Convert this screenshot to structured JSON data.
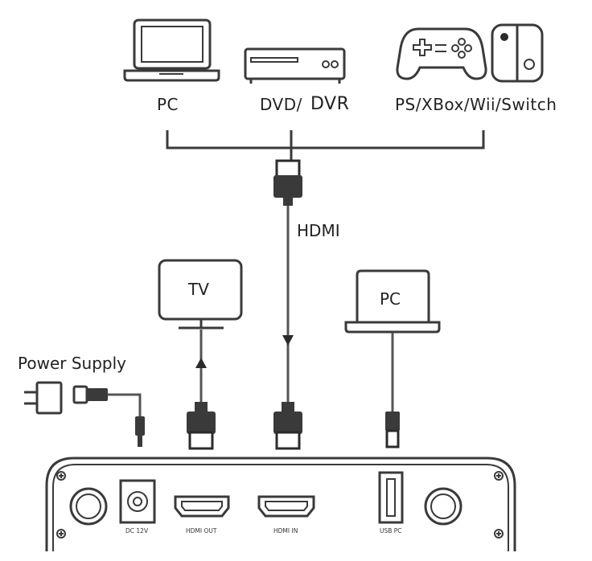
{
  "sources": {
    "pc_label": "PC",
    "dvd_label_a": "DVD/",
    "dvd_label_b": "DVR",
    "console_label": "PS/XBox/Wii/Switch"
  },
  "cable": {
    "hdmi_label": "HDMI"
  },
  "outputs": {
    "tv_label": "TV",
    "pc_label": "PC",
    "power_label": "Power Supply"
  },
  "device": {
    "ports": {
      "dc": "DC 12V",
      "hdmi_out": "HDMI OUT",
      "hdmi_in": "HDMI IN",
      "usb": "USB PC"
    }
  },
  "colors": {
    "line": "#3a3a3a",
    "background": "#ffffff"
  }
}
